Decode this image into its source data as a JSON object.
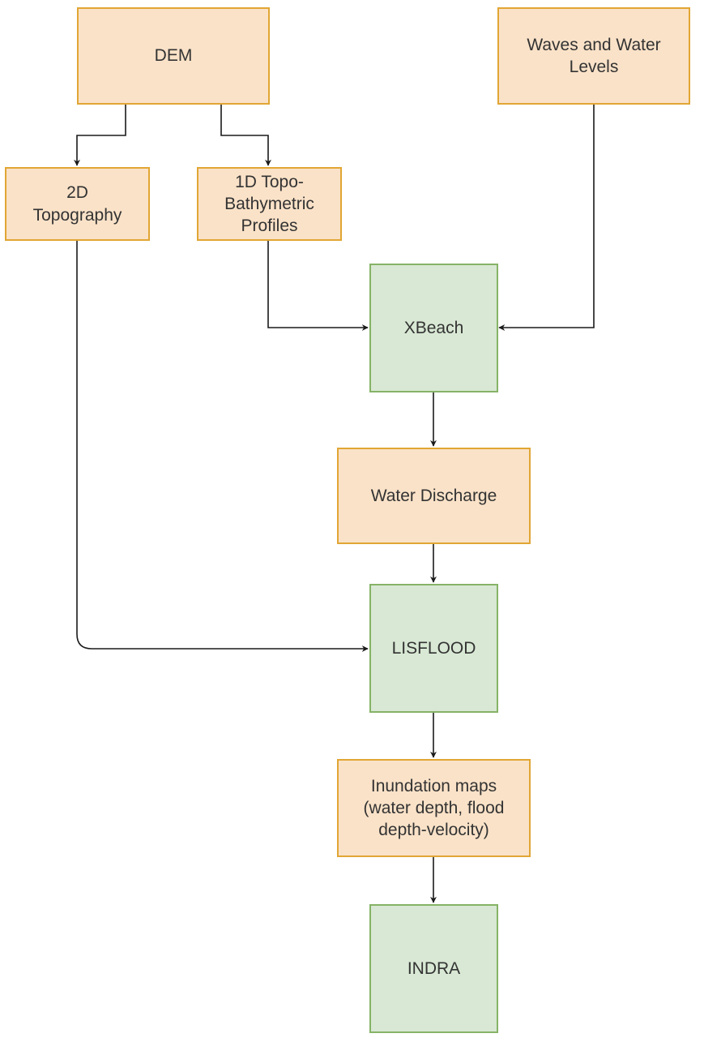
{
  "colors": {
    "data_fill": "#fae2c8",
    "data_stroke": "#e1a634",
    "model_fill": "#d8e8d4",
    "model_stroke": "#86b366",
    "edge": "#1a1a1a",
    "text": "#333333"
  },
  "nodes": {
    "dem": {
      "label": "DEM",
      "kind": "data"
    },
    "waves": {
      "label": "Waves and Water\nLevels",
      "kind": "data"
    },
    "topo2d": {
      "label": "2D\nTopography",
      "kind": "data"
    },
    "profiles1d": {
      "label": "1D Topo-\nBathymetric\nProfiles",
      "kind": "data"
    },
    "xbeach": {
      "label": "XBeach",
      "kind": "model"
    },
    "discharge": {
      "label": "Water Discharge",
      "kind": "data"
    },
    "lisflood": {
      "label": "LISFLOOD",
      "kind": "model"
    },
    "inundation": {
      "label": "Inundation maps\n(water depth, flood\ndepth-velocity)",
      "kind": "data"
    },
    "indra": {
      "label": "INDRA",
      "kind": "model"
    }
  },
  "edges": [
    {
      "from": "dem",
      "to": "topo2d"
    },
    {
      "from": "dem",
      "to": "profiles1d"
    },
    {
      "from": "profiles1d",
      "to": "xbeach"
    },
    {
      "from": "waves",
      "to": "xbeach"
    },
    {
      "from": "xbeach",
      "to": "discharge"
    },
    {
      "from": "discharge",
      "to": "lisflood"
    },
    {
      "from": "topo2d",
      "to": "lisflood"
    },
    {
      "from": "lisflood",
      "to": "inundation"
    },
    {
      "from": "inundation",
      "to": "indra"
    }
  ]
}
